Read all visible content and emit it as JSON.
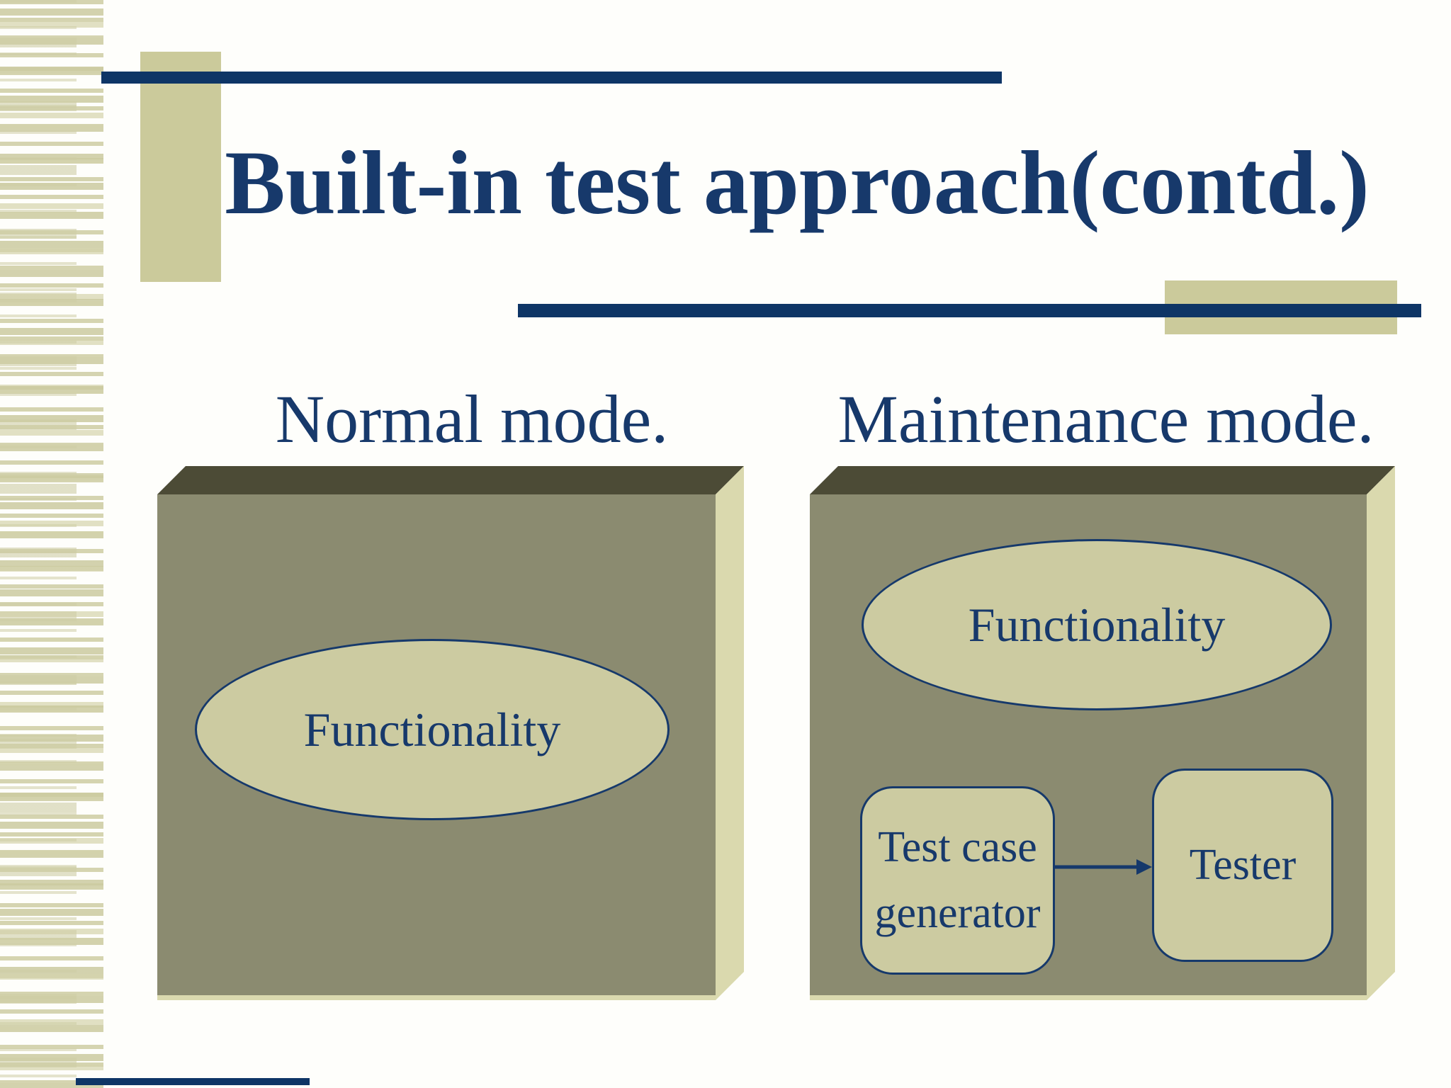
{
  "slide": {
    "title": "Built-in test approach(contd.)"
  },
  "sections": {
    "normal": {
      "heading": "Normal mode.",
      "functionality_label": "Functionality"
    },
    "maintenance": {
      "heading": "Maintenance mode.",
      "functionality_label": "Functionality",
      "test_case_generator_label": "Test case generator",
      "tester_label": "Tester"
    }
  },
  "colors": {
    "page_bg": "#FEFEFB",
    "navy": "#0E3566",
    "text_navy": "#17396B",
    "tan": "#CBCA9B",
    "box_front": "#8B8B70",
    "box_top": "#4C4B36",
    "box_side": "#DAD9AE",
    "shape_fill": "#CCCBA1",
    "shape_border": "#16396B"
  }
}
